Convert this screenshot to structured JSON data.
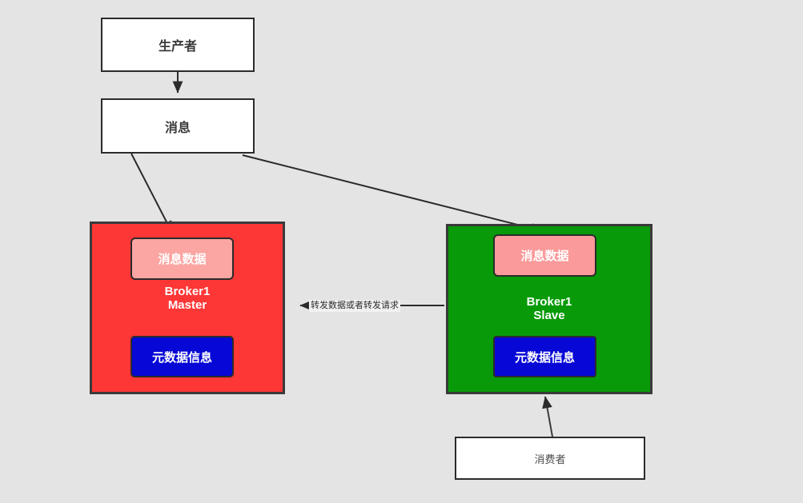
{
  "diagram": {
    "title": "RocketMQ Broker Master-Slave Message Flow",
    "background_color": "#e4e4e4",
    "colors": {
      "master_container": "#fd3636",
      "slave_container": "#089a09",
      "message_data_box": "#fa9a9a",
      "metadata_box": "#0707d6",
      "stroke": "#2b2b2b",
      "white_box": "#ffffff"
    }
  },
  "nodes": {
    "producer": {
      "label": "生产者"
    },
    "message": {
      "label": "消息"
    },
    "consumer": {
      "label": "消费者"
    },
    "broker_master": {
      "label": "Broker1\nMaster",
      "message_data_label": "消息数据",
      "metadata_label": "元数据信息"
    },
    "broker_slave": {
      "label": "Broker1\nSlave",
      "message_data_label": "消息数据",
      "metadata_label": "元数据信息"
    }
  },
  "edges": {
    "producer_to_message": {
      "label": ""
    },
    "message_to_master": {
      "label": ""
    },
    "message_to_slave": {
      "label": ""
    },
    "slave_to_master": {
      "label": "转发数据或者转发请求"
    },
    "consumer_to_slave": {
      "label": ""
    },
    "master_data_to_meta": {
      "label": ""
    },
    "slave_data_to_meta": {
      "label": ""
    }
  }
}
